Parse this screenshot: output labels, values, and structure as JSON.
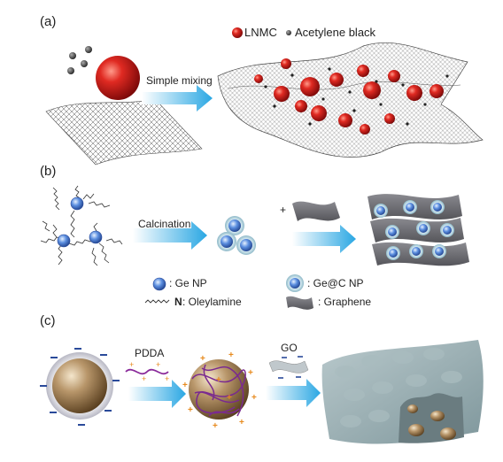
{
  "panels": {
    "a": {
      "label": "(a)",
      "process": "Simple mixing",
      "legend": [
        {
          "text": "LNMC",
          "color": "#d42020"
        },
        {
          "text": "Acetylene black",
          "color": "#333333"
        }
      ]
    },
    "b": {
      "label": "(b)",
      "process": "Calcination",
      "plus": "+",
      "legend": {
        "ge_np": ": Ge NP",
        "oleylamine_n": "N",
        "oleylamine": ": Oleylamine",
        "ge_c_np": ": Ge@C NP",
        "graphene": ": Graphene"
      }
    },
    "c": {
      "label": "(c)",
      "step1": "PDDA",
      "step2": "GO"
    }
  },
  "colors": {
    "arrow": "#39b6ea",
    "sphere_red": "#d42020",
    "sphere_blue": "#4a7fd8",
    "gold": "#b08d5e",
    "sheet": "#9ab0b4",
    "graphene_dark": "#6f6f74"
  },
  "icons": {
    "arrow": "gradient-arrow-icon",
    "nanoparticle": "ge-nanoparticle-icon",
    "ligand": "oleylamine-icon",
    "sheet": "graphene-sheet-icon"
  }
}
